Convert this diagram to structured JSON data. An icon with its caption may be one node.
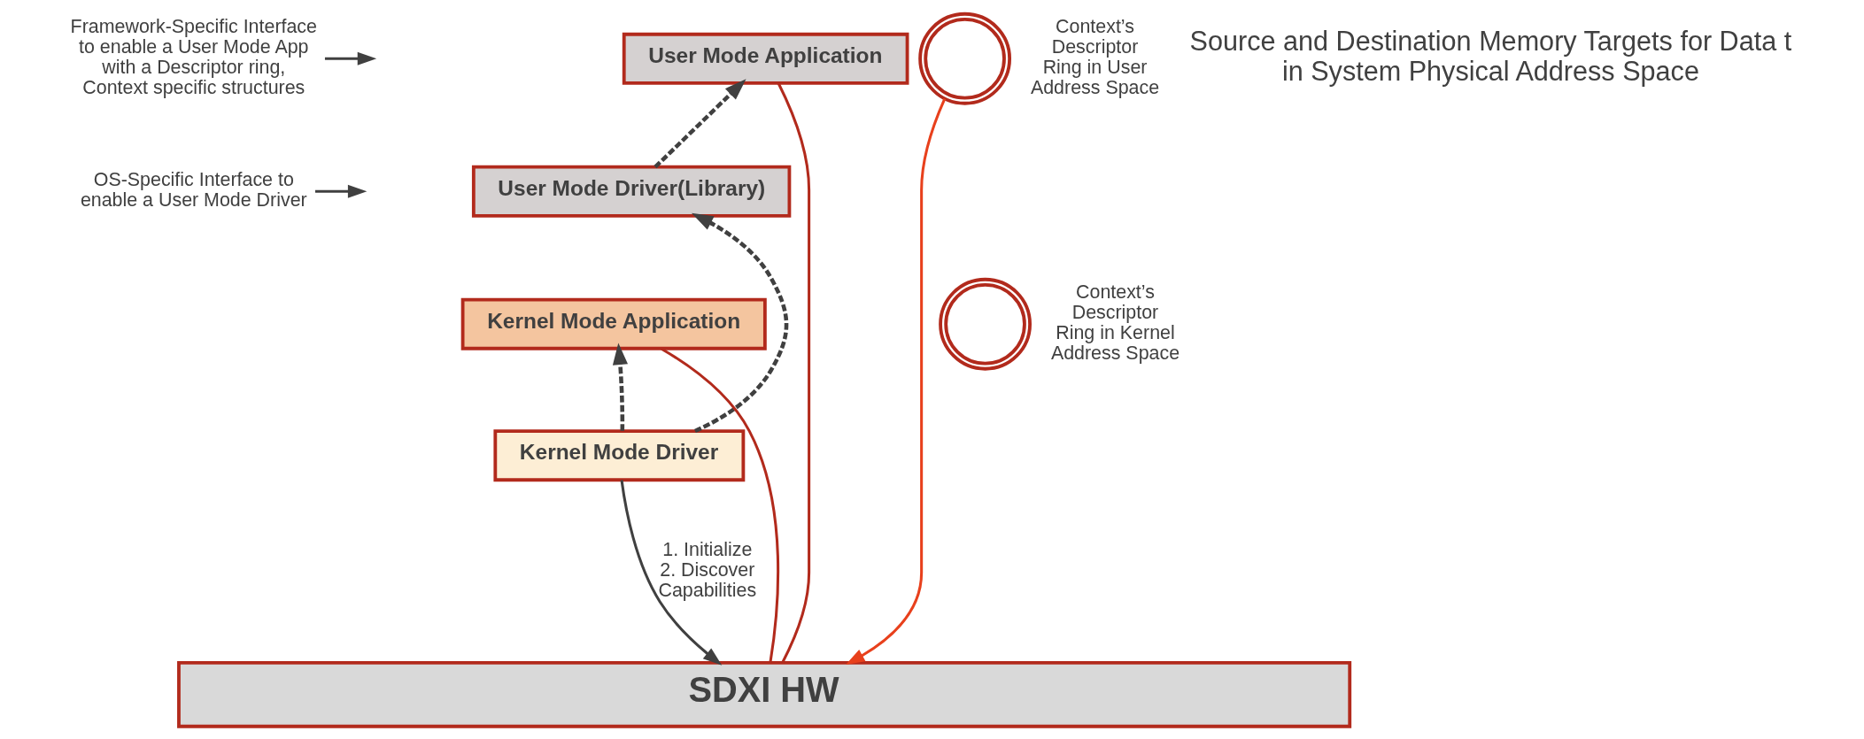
{
  "diagram": {
    "nodes": [
      {
        "text": [
          "Kernel Mode Driver"
        ]
      },
      {
        "text": [
          "Kernel Mode Application"
        ]
      },
      {
        "text": [
          "User Mode Driver(Library)"
        ]
      },
      {
        "text": [
          "User Mode Application"
        ]
      },
      {
        "text": [
          "SDXI HW"
        ]
      },
      {
        "text": [],
        "shape": "circle",
        "beside": [
          "Context’s Descriptor Ring in Kernel Address Space"
        ]
      },
      {
        "text": [],
        "shape": "circle",
        "beside": [
          "Context’s Descriptor Ring in User Address Space"
        ]
      },
      {
        "text": [
          "OS-Specific Interface to enable a User Mode Driver"
        ]
      },
      {
        "text": [
          "Framework-Specific Interface to enable a User Mode App with a Descriptor ring, Context specific structures"
        ]
      }
    ],
    "edges": [
      {
        "from": 0,
        "to": 1,
        "arrow": "to",
        "style": "dashed"
      },
      {
        "from": 0,
        "to": 2,
        "arrow": "to",
        "style": "dashed"
      },
      {
        "from": 2,
        "to": 3,
        "arrow": "to",
        "style": "dashed"
      },
      {
        "from": 0,
        "to": 4,
        "arrow": "to",
        "label": "1. Initialize 2. Discover Capabilities"
      },
      {
        "from": 1,
        "to": 4,
        "arrow": "none",
        "color": "#b22a1c"
      },
      {
        "from": 3,
        "to": 4,
        "arrow": "none",
        "color": "#b22a1c"
      },
      {
        "from": 6,
        "to": 4,
        "arrow": "to",
        "color": "#e8401c"
      },
      {
        "from": 7,
        "to": null,
        "arrow": "to"
      },
      {
        "from": 8,
        "to": null,
        "arrow": "to"
      }
    ],
    "labels": [
      "Source and Destination Memory Targets for Data t in System Physical Address Space"
    ]
  }
}
